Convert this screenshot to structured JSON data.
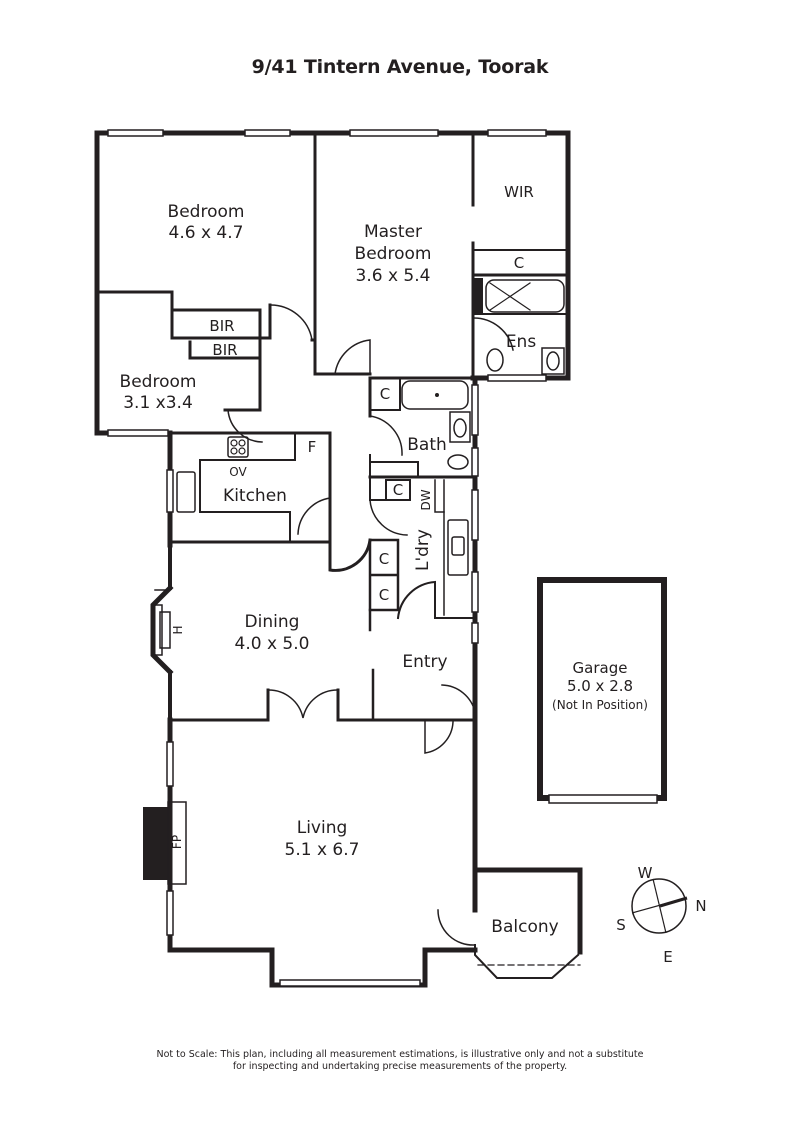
{
  "title": "9/41 Tintern Avenue, Toorak",
  "rooms": {
    "bedroom1": {
      "name": "Bedroom",
      "size": "4.6 x 4.7"
    },
    "master": {
      "name_line1": "Master",
      "name_line2": "Bedroom",
      "size": "3.6 x 5.4"
    },
    "wir": {
      "name": "WIR"
    },
    "ens_cupboard": {
      "name": "C"
    },
    "ensuite": {
      "name": "Ens"
    },
    "bir1": {
      "name": "BIR"
    },
    "bir2": {
      "name": "BIR"
    },
    "bedroom2": {
      "name": "Bedroom",
      "size": "3.1 x3.4"
    },
    "bath_cupboard": {
      "name": "C"
    },
    "bath": {
      "name": "Bath"
    },
    "kitchen": {
      "name": "Kitchen",
      "oven": "OV",
      "fridge": "F"
    },
    "laundry_cupboard": {
      "name": "C"
    },
    "dishwasher": {
      "name": "DW"
    },
    "laundry": {
      "name": "L'dry"
    },
    "hall_cupboard1": {
      "name": "C"
    },
    "hall_cupboard2": {
      "name": "C"
    },
    "dining": {
      "name": "Dining",
      "size": "4.0 x 5.0",
      "heater": "H"
    },
    "entry": {
      "name": "Entry"
    },
    "living": {
      "name": "Living",
      "size": "5.1 x 6.7",
      "fireplace": "FP"
    },
    "balcony": {
      "name": "Balcony"
    },
    "garage": {
      "name": "Garage",
      "size": "5.0 x 2.8",
      "note": "(Not In Position)"
    }
  },
  "compass": {
    "north": "N",
    "south": "S",
    "east": "E",
    "west": "W"
  },
  "disclaimer": {
    "line1": "Not to Scale: This plan, including all measurement estimations, is illustrative only and not a substitute",
    "line2": "for inspecting and undertaking precise measurements of the property."
  },
  "colors": {
    "wall": "#231f20",
    "background": "#ffffff"
  }
}
